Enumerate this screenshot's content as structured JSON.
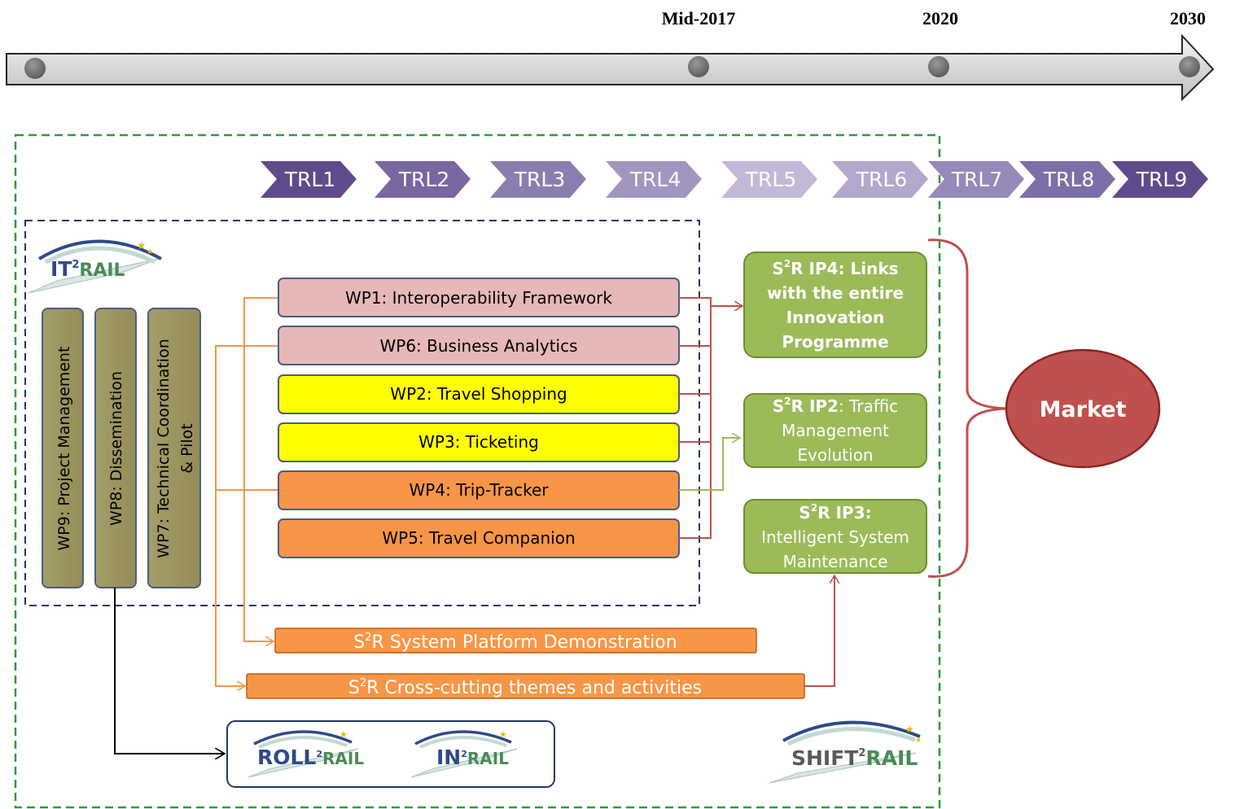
{
  "timeline": {
    "years": [
      "Mid-2017",
      "2020",
      "2030"
    ]
  },
  "trl": [
    "TRL1",
    "TRL2",
    "TRL3",
    "TRL4",
    "TRL5",
    "TRL6",
    "TRL7",
    "TRL8",
    "TRL9"
  ],
  "vertical_wps": [
    "WP9: Project Management",
    "WP8: Dissemination",
    "WP7: Technical Coordination",
    "& Pilot"
  ],
  "work_packages": [
    "WP1: Interoperability Framework",
    "WP6: Business Analytics",
    "WP2: Travel Shopping",
    "WP3: Ticketing",
    "WP4: Trip-Tracker",
    "WP5: Travel Companion"
  ],
  "s2r_bars": [
    {
      "prefix": "S",
      "sup": "2",
      "rest": "R System Platform Demonstration"
    },
    {
      "prefix": "S",
      "sup": "2",
      "rest": "R Cross-cutting themes and activities"
    }
  ],
  "ips": {
    "ip4": {
      "sup": "2",
      "line1": "R IP4: Links",
      "line2": "with the entire",
      "line3": "Innovation",
      "line4": "Programme"
    },
    "ip2": {
      "sup": "2",
      "bold": "R IP2",
      "line1rest": ": Traffic",
      "line2": "Management",
      "line3": "Evolution"
    },
    "ip3": {
      "sup": "2",
      "bold": "R IP3:",
      "line2": "Intelligent System",
      "line3": "Maintenance"
    }
  },
  "market": "Market",
  "logos": {
    "it2rail": {
      "a": "IT",
      "sup": "2",
      "b": "RAIL"
    },
    "roll2rail": {
      "a": "ROLL",
      "sup": "2",
      "b": "RAIL"
    },
    "in2rail": {
      "a": "IN",
      "sup": "2",
      "b": "RAIL"
    },
    "shift2rail": {
      "a": "SHIFT",
      "sup": "2",
      "b": "RAIL"
    }
  },
  "colors": {
    "trl_dark": "#5f4b8b",
    "trl_light": "#c4b8d8",
    "wp_pink": "#e6b9b8",
    "wp_yellow": "#ffff00",
    "wp_orange": "#f79646",
    "olive": "#9e9762",
    "green": "#9bbb59",
    "market": "#c0504d",
    "arrow_orange": "#f79646",
    "arrow_red": "#c0504d",
    "arrow_green": "#9bbb59"
  }
}
